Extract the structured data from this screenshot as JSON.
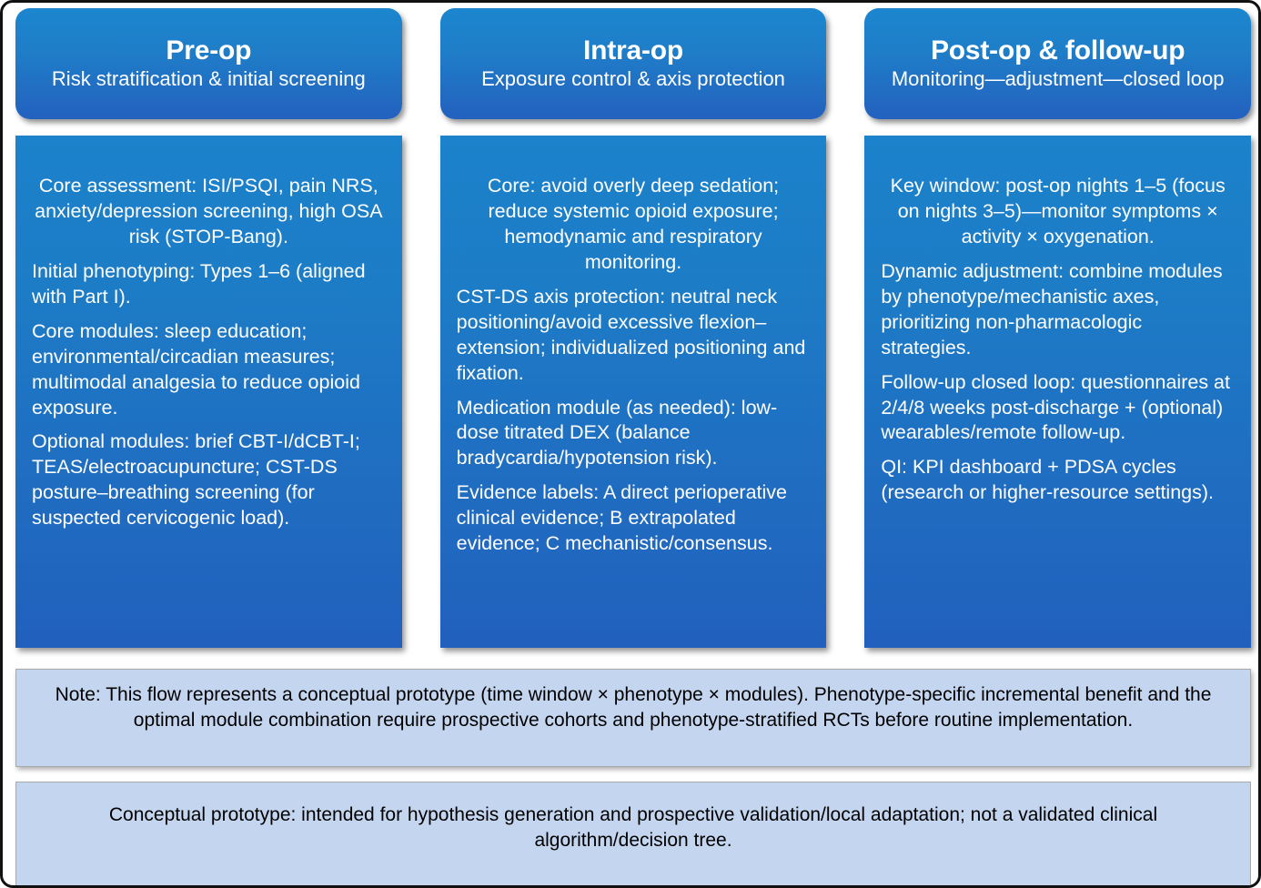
{
  "colors": {
    "header_blue_top": "#1b86cf",
    "header_blue_bottom": "#2361bf",
    "body_blue_top": "#1b82cb",
    "body_blue_bottom": "#2160bd",
    "note_background": "#c4d6ef",
    "note_border": "#a9a9a9",
    "text_on_blue": "#ffffff",
    "note_text": "#000000"
  },
  "columns": [
    {
      "id": "pre-op",
      "title": "Pre-op",
      "subtitle": "Risk stratification & initial screening",
      "paragraphs": [
        "Core assessment: ISI/PSQI, pain NRS, anxiety/depression screening, high OSA risk (STOP-Bang).",
        "Initial phenotyping: Types 1–6 (aligned with Part I).",
        "Core modules: sleep education; environmental/circadian measures; multimodal analgesia to reduce opioid exposure.",
        "Optional modules: brief CBT-I/dCBT-I; TEAS/electroacupuncture; CST-DS posture–breathing screening (for suspected cervicogenic load)."
      ]
    },
    {
      "id": "intra-op",
      "title": "Intra-op",
      "subtitle": "Exposure control & axis protection",
      "paragraphs": [
        "Core: avoid overly deep sedation; reduce systemic opioid exposure; hemodynamic and respiratory monitoring.",
        "CST-DS axis protection: neutral neck positioning/avoid excessive flexion–extension; individualized positioning and fixation.",
        "Medication module (as needed): low-dose titrated DEX (balance bradycardia/hypotension risk).",
        "Evidence labels: A direct perioperative clinical evidence; B extrapolated evidence; C mechanistic/consensus."
      ]
    },
    {
      "id": "post-op",
      "title": "Post-op & follow-up",
      "subtitle": "Monitoring—adjustment—closed loop",
      "paragraphs": [
        "Key window: post-op nights 1–5 (focus on nights 3–5)—monitor symptoms × activity × oxygenation.",
        "Dynamic adjustment: combine modules by phenotype/mechanistic axes, prioritizing non-pharmacologic strategies.",
        "Follow-up closed loop: questionnaires at 2/4/8 weeks post-discharge + (optional) wearables/remote follow-up.",
        "QI: KPI dashboard + PDSA cycles (research or higher-resource settings)."
      ]
    }
  ],
  "notes": [
    {
      "id": "note-disclaimer",
      "text": "Note: This flow represents a conceptual prototype (time window × phenotype × modules). Phenotype-specific incremental benefit and the optimal module combination require prospective cohorts and phenotype-stratified RCTs before routine implementation."
    },
    {
      "id": "note-prototype",
      "text": "Conceptual prototype: intended for hypothesis generation and prospective validation/local adaptation; not a validated clinical algorithm/decision tree."
    }
  ]
}
